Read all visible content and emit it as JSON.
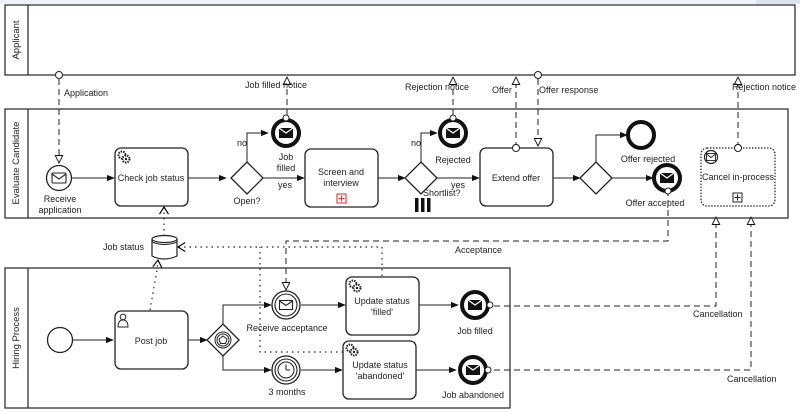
{
  "pools": {
    "applicant": "Applicant",
    "evaluate": "Evaluate Candidate",
    "hiring": "Hiring Process"
  },
  "message_flows": {
    "application": "Application",
    "job_filled_notice": "Job filled notice",
    "rejection_notice_1": "Rejection notice",
    "offer": "Offer",
    "offer_response": "Offer response",
    "rejection_notice_2": "Rejection notice",
    "acceptance": "Acceptance",
    "cancellation_1": "Cancellation",
    "cancellation_2": "Cancellation"
  },
  "evaluate": {
    "receive_application": [
      "Receive",
      "application"
    ],
    "check_job_status": "Check job status",
    "open_gateway": "Open?",
    "no_1": "no",
    "yes_1": "yes",
    "job_filled_end": [
      "Job",
      "filled"
    ],
    "screen_interview": [
      "Screen and",
      "interview"
    ],
    "shortlist_gateway": "Shortlist?",
    "no_2": "no",
    "yes_2": "yes",
    "rejected_end": "Rejected",
    "extend_offer": "Extend offer",
    "offer_rejected": "Offer rejected",
    "offer_accepted": "Offer accepted",
    "cancel_in_process": "Cancel in-process"
  },
  "data_store": {
    "job_status": "Job status"
  },
  "hiring": {
    "post_job": "Post job",
    "receive_acceptance": "Receive acceptance",
    "three_months": "3 months",
    "update_filled": [
      "Update status",
      "'filled'"
    ],
    "update_abandoned": [
      "Update status",
      "'abandoned'"
    ],
    "job_filled": "Job filled",
    "job_abandoned": "Job abandoned"
  },
  "colors": {
    "stroke": "#222222",
    "subprocess_marker": "#e8343c",
    "background": "#ffffff"
  }
}
